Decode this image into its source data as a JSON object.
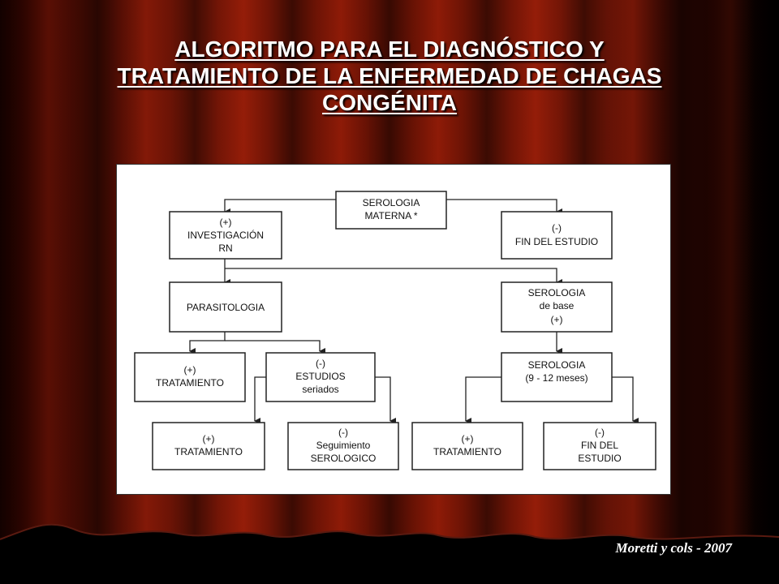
{
  "slide": {
    "title_lines": [
      "ALGORITMO PARA EL DIAGNÓSTICO Y",
      "TRATAMIENTO DE LA ENFERMEDAD DE CHAGAS",
      "CONGÉNITA"
    ],
    "credit": "Moretti y cols - 2007"
  },
  "nodes": {
    "serologia_materna": [
      "SEROLOGIA",
      "MATERNA *"
    ],
    "investigacion_rn": [
      "(+)",
      "INVESTIGACIÓN",
      "RN"
    ],
    "fin_estudio_1": [
      "(-)",
      "FIN DEL ESTUDIO"
    ],
    "parasitologia": [
      "PARASITOLOGIA"
    ],
    "serologia_base": [
      "SEROLOGIA",
      "de base",
      "(+)"
    ],
    "tratamiento_1": [
      "(+)",
      "TRATAMIENTO"
    ],
    "estudios_seriados": [
      "(-)",
      "ESTUDIOS",
      "seriados"
    ],
    "serologia_meses": [
      "SEROLOGIA",
      "(9 - 12 meses)"
    ],
    "tratamiento_2": [
      "(+)",
      "TRATAMIENTO"
    ],
    "seguimiento_serologico": [
      "(-)",
      "Seguimiento",
      "SEROLOGICO"
    ],
    "tratamiento_3": [
      "(+)",
      "TRATAMIENTO"
    ],
    "fin_estudio_2": [
      "(-)",
      "FIN DEL",
      "ESTUDIO"
    ]
  }
}
